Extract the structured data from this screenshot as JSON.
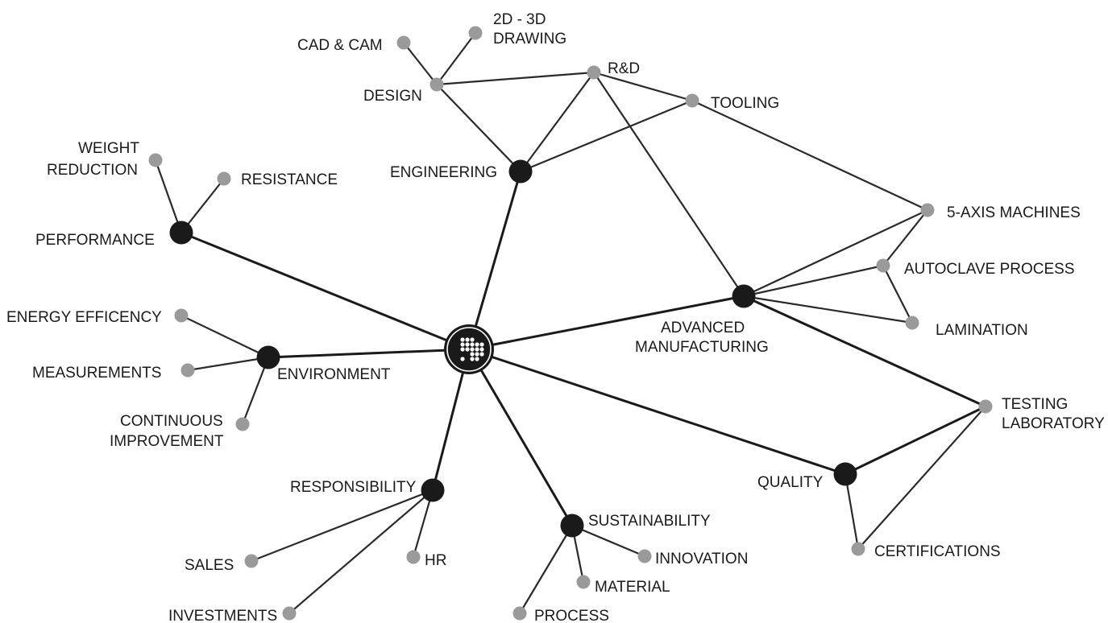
{
  "diagram": {
    "labels": {
      "cad_cam": "CAD & CAM",
      "drawing_1": "2D - 3D",
      "drawing_2": "DRAWING",
      "rnd": "R&D",
      "design": "DESIGN",
      "tooling": "TOOLING",
      "weight_1": "WEIGHT",
      "weight_2": "REDUCTION",
      "resistance": "RESISTANCE",
      "engineering": "ENGINEERING",
      "performance": "PERFORMANCE",
      "five_axis": "5-AXIS MACHINES",
      "autoclave": "AUTOCLAVE PROCESS",
      "energy": "ENERGY EFFICENCY",
      "advanced_1": "ADVANCED",
      "advanced_2": "MANUFACTURING",
      "lamination": "LAMINATION",
      "measurements": "MEASUREMENTS",
      "environment": "ENVIRONMENT",
      "testing_1": "TESTING",
      "testing_2": "LABORATORY",
      "continuous_1": "CONTINUOUS",
      "continuous_2": "IMPROVEMENT",
      "quality": "QUALITY",
      "responsibility": "RESPONSIBILITY",
      "sustainability": "SUSTAINABILITY",
      "innovation": "INNOVATION",
      "certifications": "CERTIFICATIONS",
      "sales": "SALES",
      "hr": "HR",
      "material": "MATERIAL",
      "investments": "INVESTMENTS",
      "process": "PROCESS"
    },
    "colors": {
      "main_node": "#1a1a1a",
      "sub_node": "#9a9a9a",
      "edge": "#1a1a1a",
      "background": "#ffffff"
    },
    "center_icon": "dot-grid-logo-icon"
  }
}
